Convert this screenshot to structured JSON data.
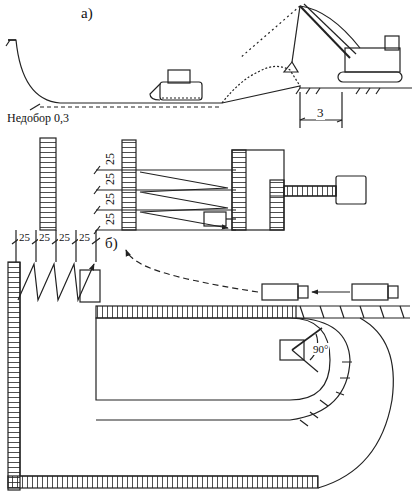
{
  "diagram": {
    "labels": [
      "а)",
      "Недобор 0,3",
      "3",
      "25",
      "25",
      "25",
      "25",
      "б)",
      "25",
      "25",
      "25",
      "25",
      "90°"
    ]
  }
}
